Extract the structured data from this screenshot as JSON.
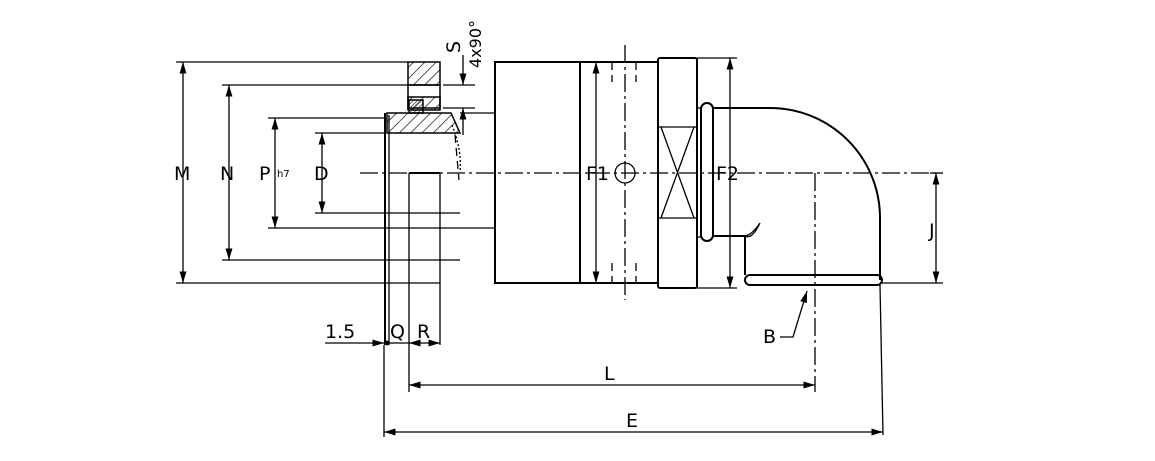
{
  "drawing": {
    "labels": {
      "M": "M",
      "N": "N",
      "P": "P",
      "P_tol": "h7",
      "D": "D",
      "S": "S",
      "chamfer": "4x90°",
      "F1": "F1",
      "F2": "F2",
      "J": "J",
      "gap": "1.5",
      "Q": "Q",
      "R": "R",
      "L": "L",
      "E": "E",
      "B": "B"
    }
  }
}
